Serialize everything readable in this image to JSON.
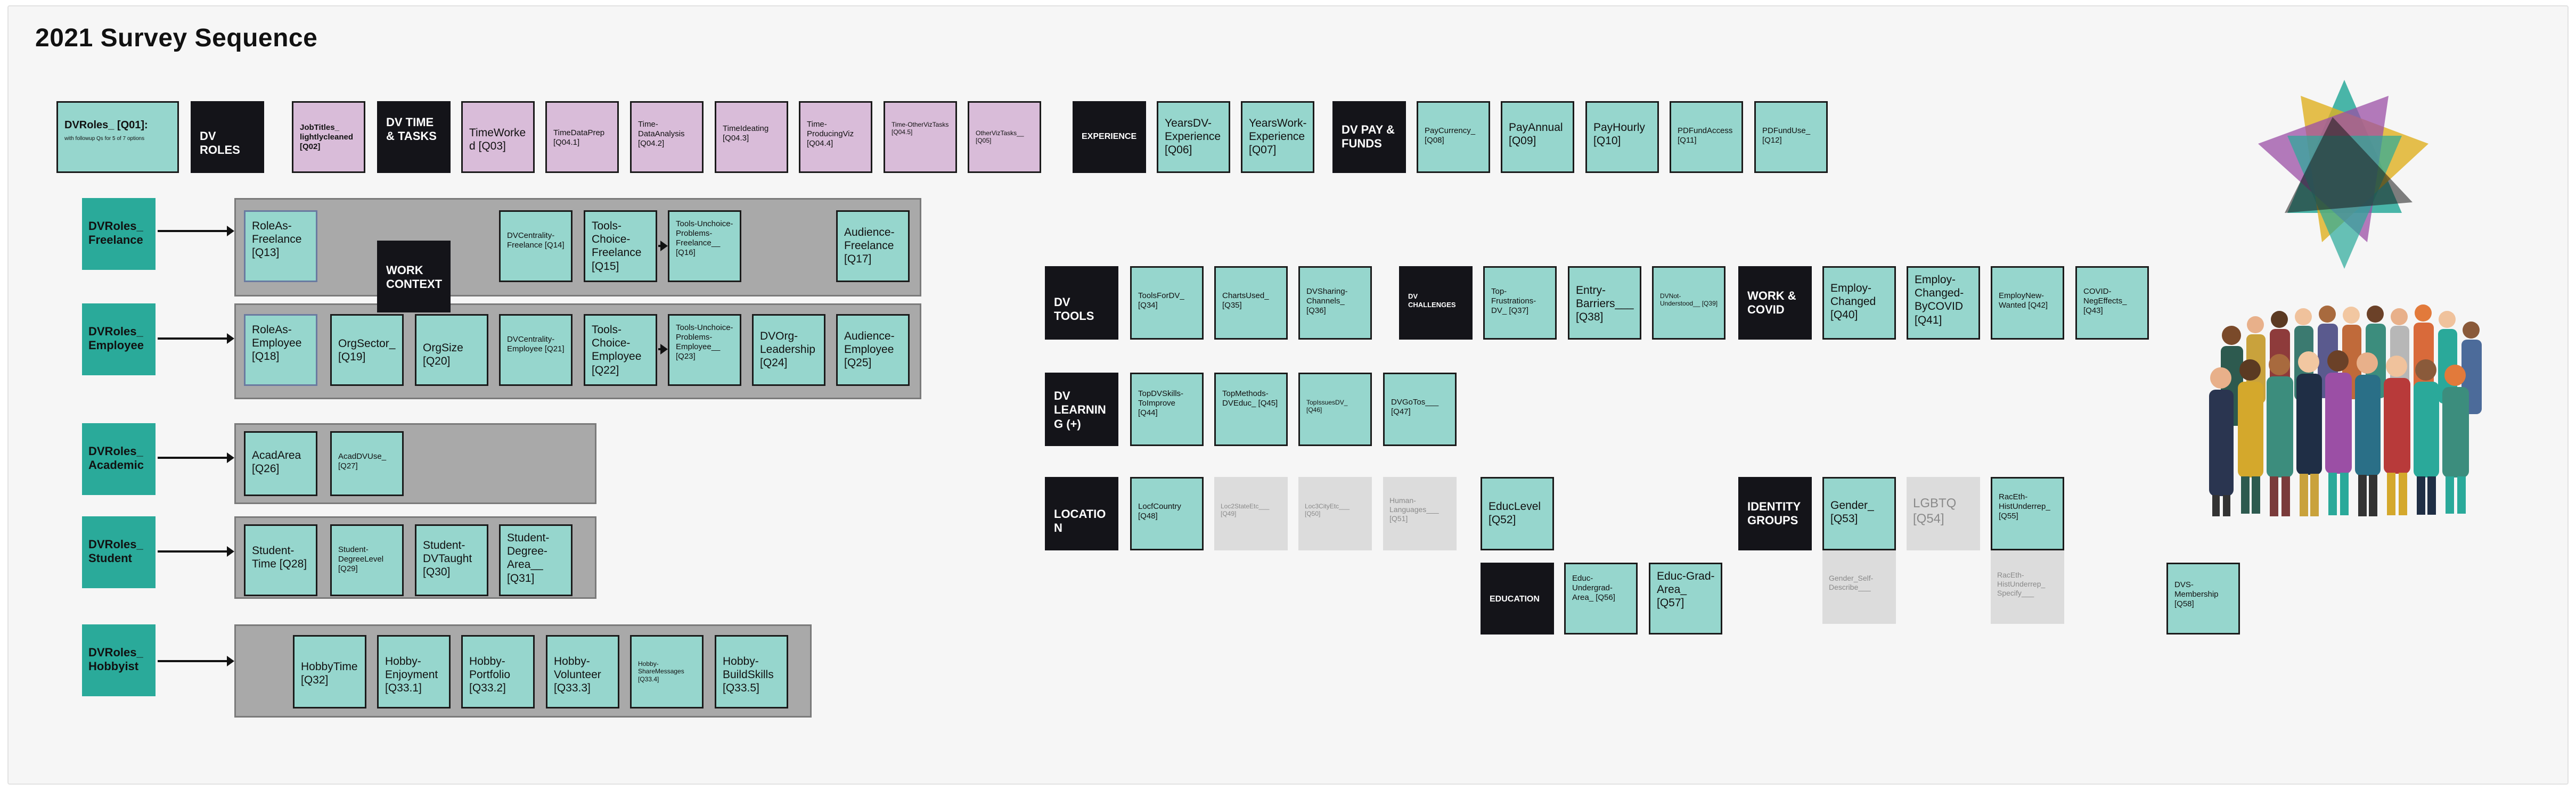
{
  "title": "2021 Survey Sequence",
  "top_row": {
    "dvroles_q01": "DVRoles_ [Q01]:",
    "dvroles_q01_sub": "with followup Qs for 5 of 7 options",
    "dv_roles": "DV ROLES",
    "jobtitles": "JobTitles_ lightlycleaned [Q02]",
    "dv_time_tasks": "DV TIME & TASKS",
    "time_worked": "TimeWorked [Q03]",
    "time_data_prep": "TimeDataPrep [Q04.1]",
    "time_data_analysis": "Time-DataAnalysis [Q04.2]",
    "time_ideating": "TimeIdeating [Q04.3]",
    "time_producing_viz": "Time-ProducingViz [Q04.4]",
    "time_other_viz": "Time-OtherVizTasks [Q04.5]",
    "other_viz_tasks": "OtherVizTasks__ [Q05]",
    "experience": "EXPERIENCE",
    "years_dv": "YearsDV-Experience [Q06]",
    "years_work": "YearsWork-Experience [Q07]",
    "dv_pay": "DV PAY & FUNDS",
    "pay_currency": "PayCurrency_ [Q08]",
    "pay_annual": "PayAnnual [Q09]",
    "pay_hourly": "PayHourly [Q10]",
    "pdf_fund_access": "PDFundAccess [Q11]",
    "pdf_fund_use": "PDFundUse_ [Q12]"
  },
  "roles": {
    "freelance": "DVRoles_ Freelance",
    "employee": "DVRoles_ Employee",
    "academic": "DVRoles_ Academic",
    "student": "DVRoles_ Student",
    "hobbyist": "DVRoles_ Hobbyist"
  },
  "freelance_lane": {
    "role_as": "RoleAs-Freelance [Q13]",
    "dv_centrality": "DVCentrality-Freelance [Q14]",
    "tools_choice": "Tools-Choice-Freelance [Q15]",
    "tools_unchoice": "Tools-Unchoice-Problems-Freelance__ [Q16]",
    "audience": "Audience-Freelance [Q17]"
  },
  "work_context": "WORK CONTEXT",
  "employee_lane": {
    "role_as": "RoleAs-Employee [Q18]",
    "org_sector": "OrgSector_ [Q19]",
    "org_size": "OrgSize [Q20]",
    "dv_centrality": "DVCentrality-Employee [Q21]",
    "tools_choice": "Tools-Choice-Employee [Q22]",
    "tools_unchoice": "Tools-Unchoice-Problems-Employee__ [Q23]",
    "dv_org_leadership": "DVOrg-Leadership [Q24]",
    "audience": "Audience-Employee [Q25]"
  },
  "academic_lane": {
    "acad_area": "AcadArea [Q26]",
    "acad_dv_use": "AcadDVUse_ [Q27]"
  },
  "student_lane": {
    "student_time": "Student-Time [Q28]",
    "student_degree_level": "Student-DegreeLevel [Q29]",
    "student_dv_taught": "Student-DVTaught [Q30]",
    "student_degree_area": "Student-Degree-Area__ [Q31]"
  },
  "hobbyist_lane": {
    "hobby_time": "HobbyTime [Q32]",
    "hobby_enjoyment": "Hobby-Enjoyment [Q33.1]",
    "hobby_portfolio": "Hobby-Portfolio [Q33.2]",
    "hobby_volunteer": "Hobby-Volunteer [Q33.3]",
    "hobby_share": "Hobby-ShareMessages [Q33.4]",
    "hobby_build": "Hobby-BuildSkills [Q33.5]"
  },
  "dv_tools": {
    "header": "DV TOOLS",
    "tools_for_dv": "ToolsForDV_ [Q34]",
    "charts_used": "ChartsUsed_ [Q35]",
    "dv_sharing": "DVSharing-Channels_ [Q36]"
  },
  "dv_challenges": {
    "header": "DV CHALLENGES",
    "top_frustrations": "Top-Frustrations-DV_ [Q37]",
    "entry_barriers": "Entry-Barriers___ [Q38]",
    "dv_not_understood": "DVNot-Understood__ [Q39]"
  },
  "work_covid": {
    "header": "WORK & COVID",
    "employ_changed": "Employ-Changed [Q40]",
    "employ_changed_covid": "Employ-Changed-ByCOVID [Q41]",
    "employ_new_wanted": "EmployNew-Wanted [Q42]",
    "covid_neg": "COVID-NegEffects_ [Q43]"
  },
  "dv_learning": {
    "header": "DV LEARNING (+)",
    "top_skills": "TopDVSkills-ToImprove [Q44]",
    "top_methods": "TopMethods-DVEduc_ [Q45]",
    "top_issues": "TopIssuesDV_ [Q46]",
    "dv_go_tos": "DVGoTos___ [Q47]"
  },
  "location": {
    "header": "LOCATION",
    "locf_country": "LocfCountry [Q48]",
    "loc2_state": "Loc2StateEtc___ [Q49]",
    "loc3_city": "Loc3CityEtc___ [Q50]",
    "human_languages": "Human-Languages___ [Q51]"
  },
  "education": {
    "header": "EDUCATION",
    "educ_level": "EducLevel [Q52]",
    "educ_undergrad": "Educ-Undergrad-Area_ [Q56]",
    "educ_grad": "Educ-Grad-Area_ [Q57]"
  },
  "identity": {
    "header": "IDENTITY GROUPS",
    "gender": "Gender_ [Q53]",
    "lgbtq": "LGBTQ [Q54]",
    "raceth": "RacEth-HistUnderrep_ [Q55]",
    "gender_self": "Gender_Self-Describe___",
    "raceth_specify": "RacEth-HistUnderrep_ Specify___"
  },
  "dvs_membership": "DVS-Membership [Q58]",
  "icons": {
    "star": "star-logo-icon",
    "people": "people-illustration-icon"
  },
  "colors": {
    "teal": "#96d6cd",
    "teal_dark": "#2aaa9a",
    "mint": "#b9e6de",
    "pink": "#d9bcd9",
    "black": "#141419",
    "gray_box": "#dcdcdc",
    "lane_gray": "#a9a9a9"
  }
}
